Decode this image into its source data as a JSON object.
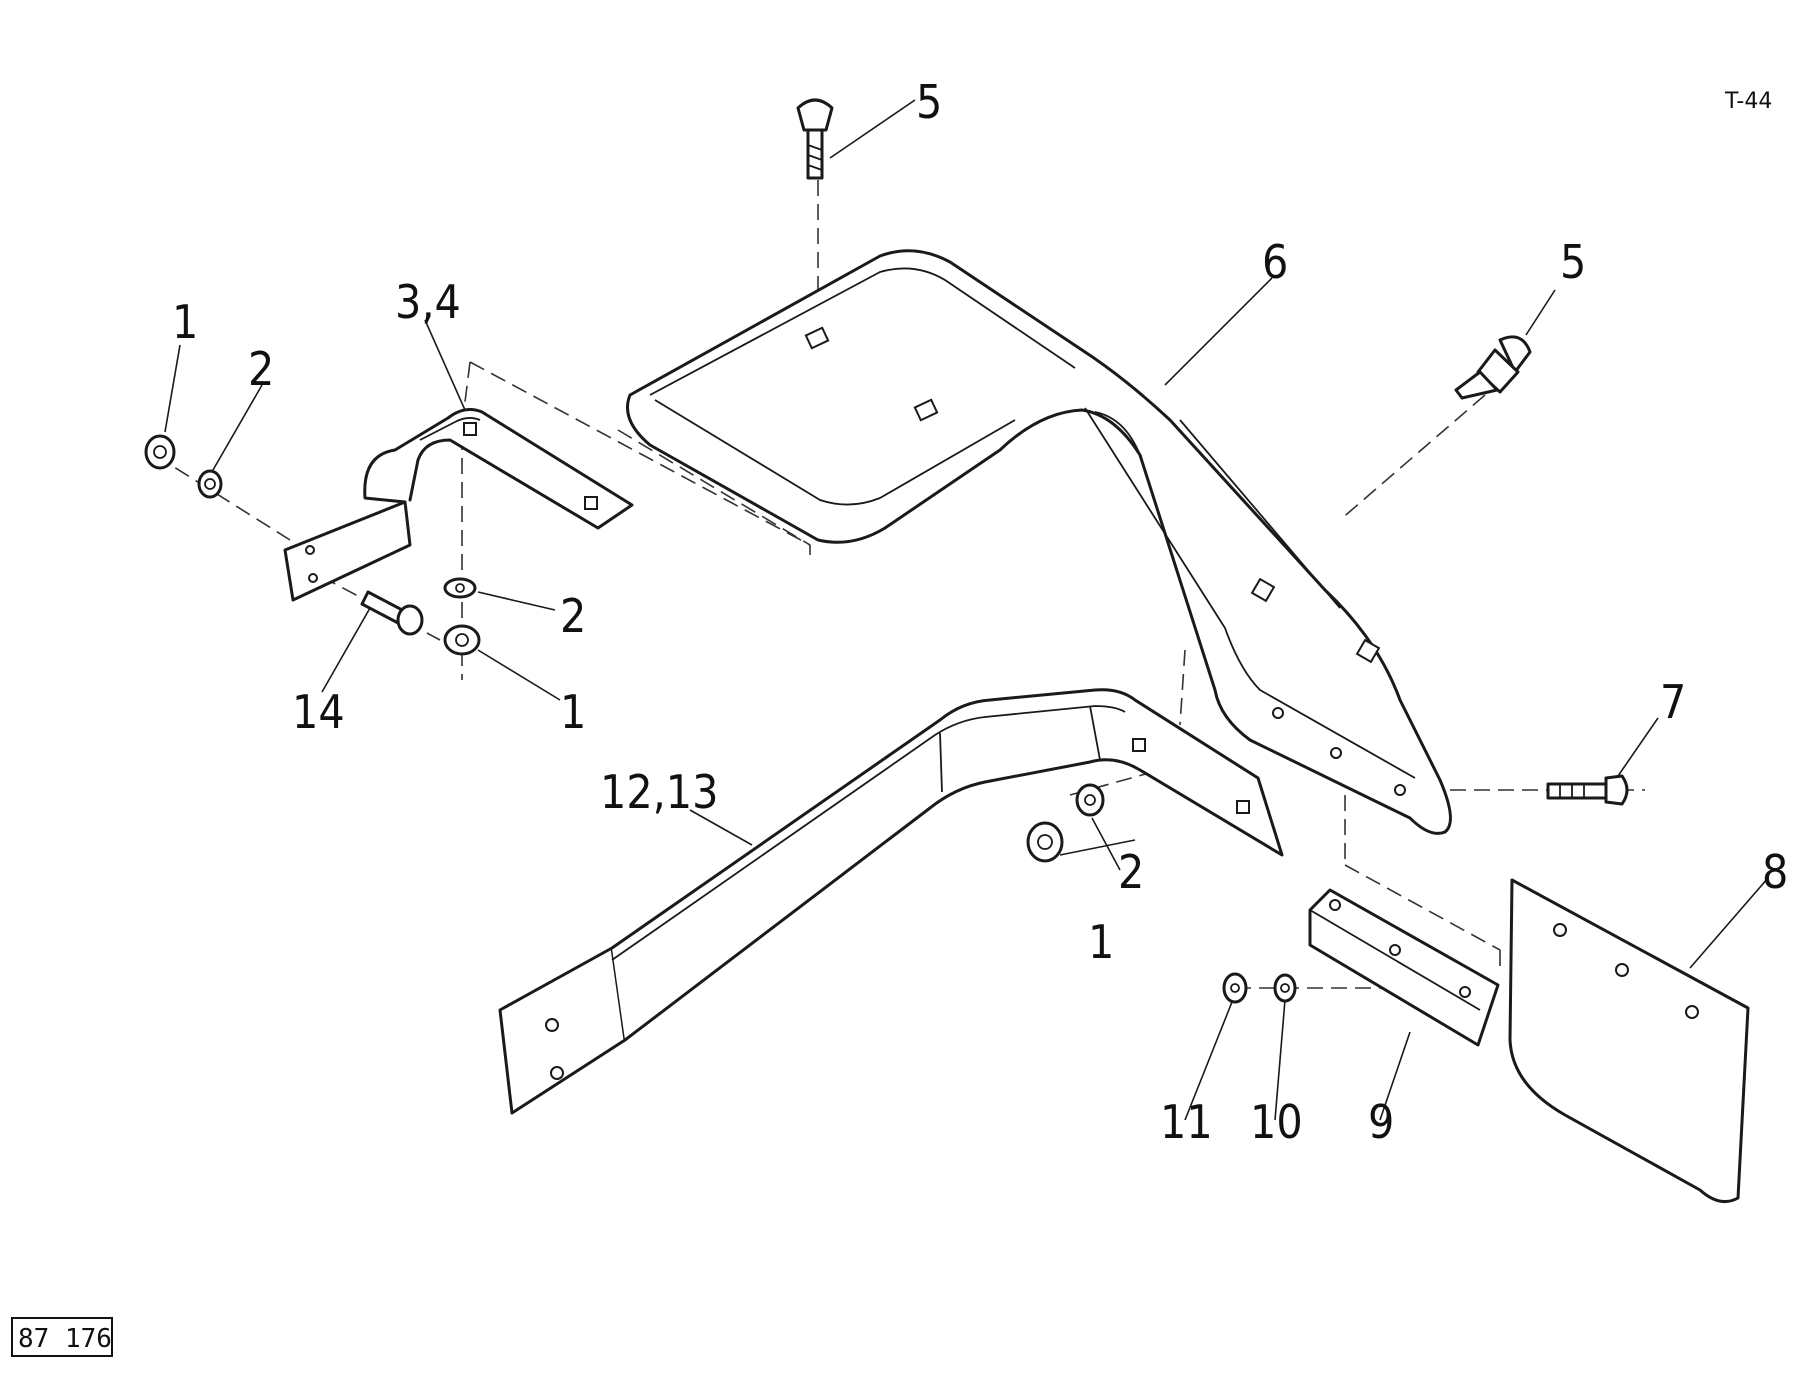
{
  "diagram": {
    "sheet_code": "T-44",
    "drawing_number": "87 176",
    "callouts": {
      "nut_left": "1",
      "washer_left": "2",
      "bracket_small": "3,4",
      "bolt_top": "5",
      "fender": "6",
      "bolt_right": "5",
      "washer_mid": "2",
      "nut_mid": "1",
      "bolt_small": "14",
      "support_arm": "12,13",
      "nut_lower": "1",
      "washer_lower": "2",
      "bolt_side": "7",
      "mudflap": "8",
      "flap_bracket": "9",
      "washer_small": "10",
      "nut_small": "11"
    }
  }
}
